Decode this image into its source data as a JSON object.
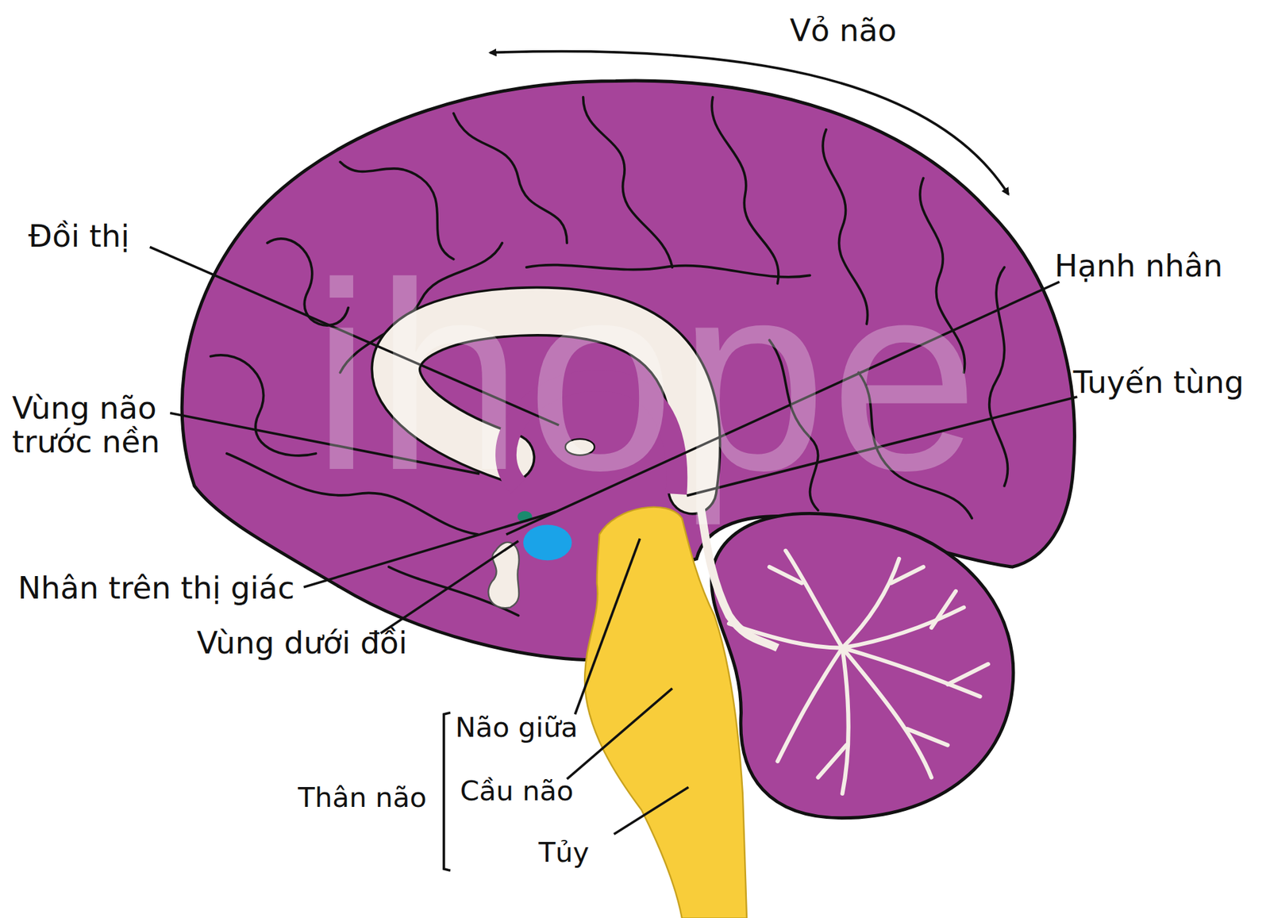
{
  "diagram": {
    "labels": [
      "Vỏ não",
      "Đồi thị",
      "Hạnh nhân",
      "Tuyến tùng",
      "Vùng não trước nền",
      "Nhân trên thị giác",
      "Vùng dưới đồi",
      "Não giữa",
      "Cầu não",
      "Tủy",
      "Thân não",
      "ihope"
    ]
  }
}
